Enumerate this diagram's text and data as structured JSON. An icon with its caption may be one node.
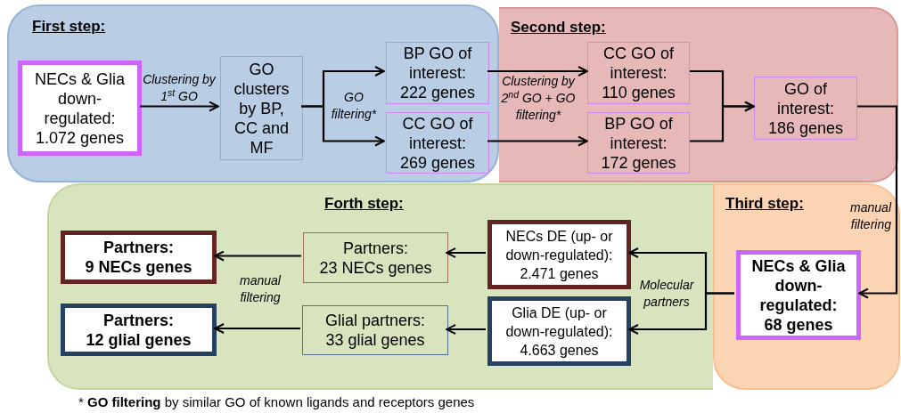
{
  "diagram": {
    "caption": "* **GO filtering** by similar GO of known ligands and receptors genes",
    "nodes": [
      {
        "text": [
          "First step:"
        ]
      },
      {
        "text": [
          "NECs & Glia down-regulated: 1.072 genes"
        ],
        "in": 0
      },
      {
        "text": [
          "GO clusters by BP, CC and MF"
        ],
        "in": 0
      },
      {
        "text": [
          "BP GO of interest: 222 genes"
        ],
        "in": 0
      },
      {
        "text": [
          "CC GO of interest: 269 genes"
        ],
        "in": 0
      },
      {
        "text": [
          "Second step:"
        ]
      },
      {
        "text": [
          "CC GO of interest: 110 genes"
        ],
        "in": 5
      },
      {
        "text": [
          "BP GO of interest: 172 genes"
        ],
        "in": 5
      },
      {
        "text": [
          "GO of interest: 186 genes"
        ],
        "in": 5
      },
      {
        "text": [
          "Forth step:"
        ]
      },
      {
        "text": [
          "Third step:"
        ]
      },
      {
        "text": [
          "NECs & Glia down-regulated: 68 genes"
        ],
        "in": 10
      },
      {
        "text": [
          "NECs DE (up- or down-regulated): 2.471 genes"
        ],
        "in": 9
      },
      {
        "text": [
          "Glia DE (up- or down-regulated): 4.663 genes"
        ],
        "in": 9
      },
      {
        "text": [
          "Partners:",
          "23 NECs genes"
        ],
        "in": 9
      },
      {
        "text": [
          "Glial partners:",
          "33 glial genes"
        ],
        "in": 9
      },
      {
        "text": [
          "Partners:",
          "9 NECs genes"
        ],
        "in": 9
      },
      {
        "text": [
          "Partners:",
          "12 glial genes"
        ],
        "in": 9
      }
    ],
    "edges": [
      {
        "from": 1,
        "to": 2,
        "arrow": "to",
        "label": "Clustering by 1$^{st}$ GO"
      },
      {
        "from": 2,
        "to": 3,
        "arrow": "to",
        "label": "GO filtering*"
      },
      {
        "from": 2,
        "to": 4,
        "arrow": "to"
      },
      {
        "from": 3,
        "to": 6,
        "arrow": "to",
        "label": "Clustering by 2$^{nd}$ GO + GO filtering*"
      },
      {
        "from": 4,
        "to": 7,
        "arrow": "to"
      },
      {
        "from": 6,
        "to": 8,
        "arrow": "to"
      },
      {
        "from": 7,
        "to": 8,
        "arrow": "to"
      },
      {
        "from": 8,
        "to": 11,
        "arrow": "to",
        "label": "manual filtering"
      },
      {
        "from": 11,
        "to": 12,
        "arrow": "to",
        "label": "Molecular partners"
      },
      {
        "from": 11,
        "to": 13,
        "arrow": "to"
      },
      {
        "from": 12,
        "to": 14,
        "arrow": "to"
      },
      {
        "from": 13,
        "to": 15,
        "arrow": "to"
      },
      {
        "from": 14,
        "to": 16,
        "arrow": "to",
        "label": "manual filtering"
      },
      {
        "from": 15,
        "to": 17,
        "arrow": "to"
      }
    ]
  }
}
